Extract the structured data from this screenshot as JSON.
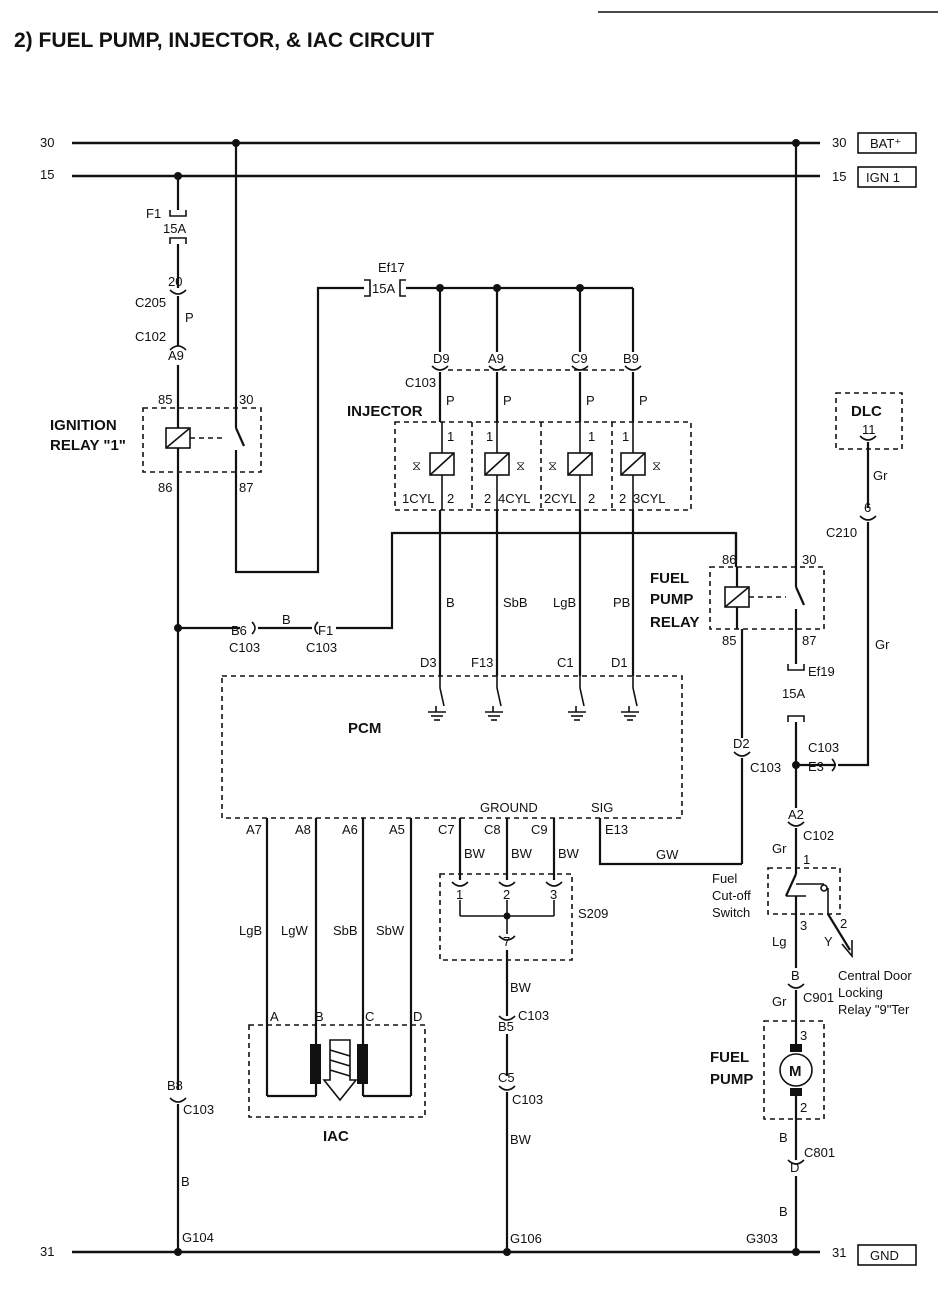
{
  "title": "2)  FUEL PUMP, INJECTOR, & IAC CIRCUIT",
  "rails": {
    "r30": {
      "left": "30",
      "right": "30",
      "tag": "BAT⁺"
    },
    "r15": {
      "left": "15",
      "right": "15",
      "tag": "IGN 1"
    },
    "r31": {
      "left": "31",
      "right": "31",
      "tag": "GND"
    }
  },
  "fuses": {
    "f1": {
      "name": "F1",
      "rating": "15A"
    },
    "ef17": {
      "name": "Ef17",
      "rating": "15A"
    },
    "ef19": {
      "name": "Ef19",
      "rating": "15A"
    }
  },
  "ignition_relay": {
    "label_line1": "IGNITION",
    "label_line2": "RELAY \"1\"",
    "p85": "85",
    "p86": "86",
    "p30": "30",
    "p87": "87"
  },
  "fuel_pump_relay": {
    "label_line1": "FUEL",
    "label_line2": "PUMP",
    "label_line3": "RELAY",
    "p86": "86",
    "p85": "85",
    "p30": "30",
    "p87": "87"
  },
  "connectors": {
    "c205": {
      "name": "C205",
      "pin": "20"
    },
    "c102a": {
      "name": "C102",
      "pin": "A9"
    },
    "c103top": {
      "name": "C103",
      "pins": [
        "D9",
        "A9",
        "C9",
        "B9"
      ]
    },
    "c103b6": {
      "name": "C103",
      "pin": "B6"
    },
    "c103f1": {
      "name": "C103",
      "pin": "F1"
    },
    "c103d2": {
      "name": "C103",
      "pin": "D2"
    },
    "c103e3": {
      "name": "C103",
      "pin": "E3"
    },
    "c102a2": {
      "name": "C102",
      "pin": "A2"
    },
    "c210": {
      "name": "C210",
      "pin": "6"
    },
    "c901": {
      "name": "C901",
      "pin": "B"
    },
    "c801": {
      "name": "C801",
      "pin": "D"
    },
    "c103b8": {
      "name": "C103",
      "pin": "B8"
    },
    "c103b5": {
      "name": "C103",
      "pin": "B5"
    },
    "c103c5": {
      "name": "C103",
      "pin": "C5"
    }
  },
  "injector": {
    "label": "INJECTOR",
    "cylinders": [
      {
        "name": "1CYL",
        "pin1": "1",
        "pin2": "2"
      },
      {
        "name": "4CYL",
        "pin1": "1",
        "pin2": "2"
      },
      {
        "name": "2CYL",
        "pin1": "1",
        "pin2": "2"
      },
      {
        "name": "3CYL",
        "pin1": "1",
        "pin2": "2"
      }
    ]
  },
  "wires": {
    "p": "P",
    "b": "B",
    "sbb": "SbB",
    "lgb": "LgB",
    "pb": "PB",
    "gr": "Gr",
    "gw": "GW",
    "bw": "BW",
    "lg": "Lg",
    "lgw": "LgW",
    "sbw": "SbW",
    "y": "Y"
  },
  "dlc": {
    "label": "DLC",
    "pin": "11"
  },
  "pcm": {
    "label": "PCM",
    "top_pins": [
      "D3",
      "F13",
      "C1",
      "D1"
    ],
    "bottom_pins": [
      "A7",
      "A8",
      "A6",
      "A5",
      "C7",
      "C8",
      "C9",
      "E13"
    ],
    "ground_label": "GROUND",
    "sig_label": "SIG"
  },
  "s209": {
    "name": "S209",
    "pins": [
      "1",
      "2",
      "3",
      "7"
    ]
  },
  "iac": {
    "label": "IAC",
    "pins": [
      "A",
      "B",
      "C",
      "D"
    ]
  },
  "switch": {
    "line1": "Fuel",
    "line2": "Cut-off",
    "line3": "Switch",
    "pin1": "1",
    "pin2": "2",
    "pin3": "3"
  },
  "central_door": {
    "line1": "Central Door",
    "line2": "Locking",
    "line3": "Relay \"9\"Ter"
  },
  "fuel_pump": {
    "line1": "FUEL",
    "line2": "PUMP",
    "pin3": "3",
    "pin2": "2",
    "motor": "M"
  },
  "grounds": {
    "g104": "G104",
    "g106": "G106",
    "g303": "G303"
  }
}
